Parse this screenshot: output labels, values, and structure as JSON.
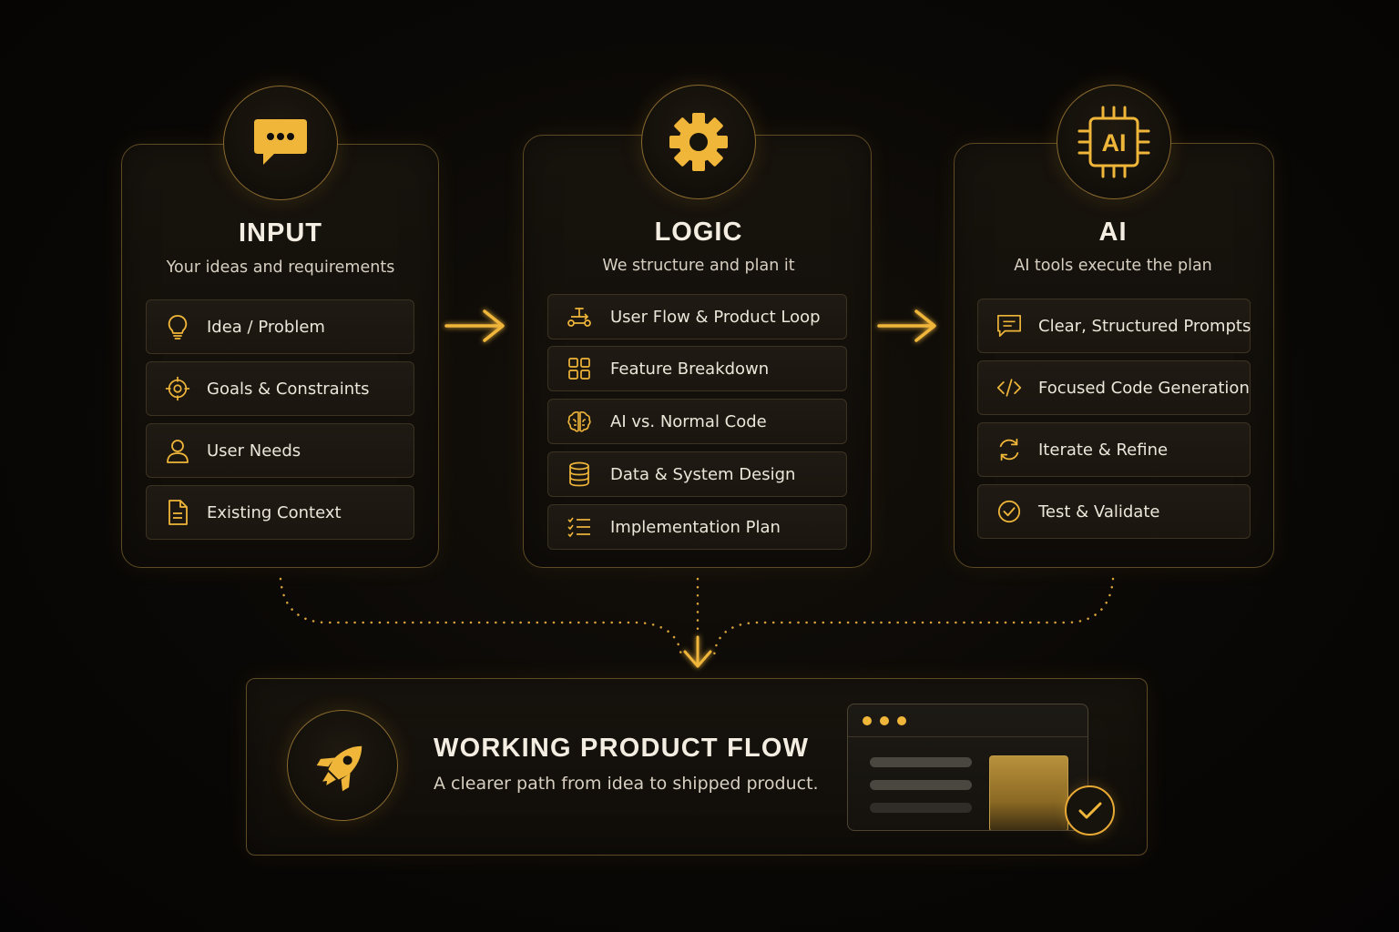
{
  "colors": {
    "accent": "#f0b63a",
    "background": "#070605",
    "card_border": "#5e4a24",
    "text": "#ece6da"
  },
  "columns": {
    "input": {
      "icon": "chat-bubble-icon",
      "title": "INPUT",
      "subtitle": "Your ideas and requirements",
      "items": [
        {
          "icon": "lightbulb-icon",
          "label": "Idea / Problem"
        },
        {
          "icon": "target-icon",
          "label": "Goals & Constraints"
        },
        {
          "icon": "user-icon",
          "label": "User Needs"
        },
        {
          "icon": "document-icon",
          "label": "Existing Context"
        }
      ]
    },
    "logic": {
      "icon": "gear-icon",
      "title": "LOGIC",
      "subtitle": "We structure and plan it",
      "items": [
        {
          "icon": "flow-icon",
          "label": "User Flow & Product Loop"
        },
        {
          "icon": "grid-icon",
          "label": "Feature Breakdown"
        },
        {
          "icon": "brain-icon",
          "label": "AI vs. Normal Code"
        },
        {
          "icon": "database-icon",
          "label": "Data & System Design"
        },
        {
          "icon": "checklist-icon",
          "label": "Implementation Plan"
        }
      ]
    },
    "ai": {
      "icon": "ai-chip-icon",
      "chip_text": "AI",
      "title": "AI",
      "subtitle": "AI tools execute the plan",
      "items": [
        {
          "icon": "message-icon",
          "label": "Clear, Structured Prompts"
        },
        {
          "icon": "code-icon",
          "label": "Focused Code Generation"
        },
        {
          "icon": "refresh-icon",
          "label": "Iterate & Refine"
        },
        {
          "icon": "check-circle-icon",
          "label": "Test & Validate"
        }
      ]
    }
  },
  "output": {
    "icon": "rocket-icon",
    "title": "WORKING PRODUCT FLOW",
    "subtitle": "A clearer path from idea to shipped product.",
    "illustration": "browser-window-icon",
    "status_icon": "checkmark-icon"
  }
}
